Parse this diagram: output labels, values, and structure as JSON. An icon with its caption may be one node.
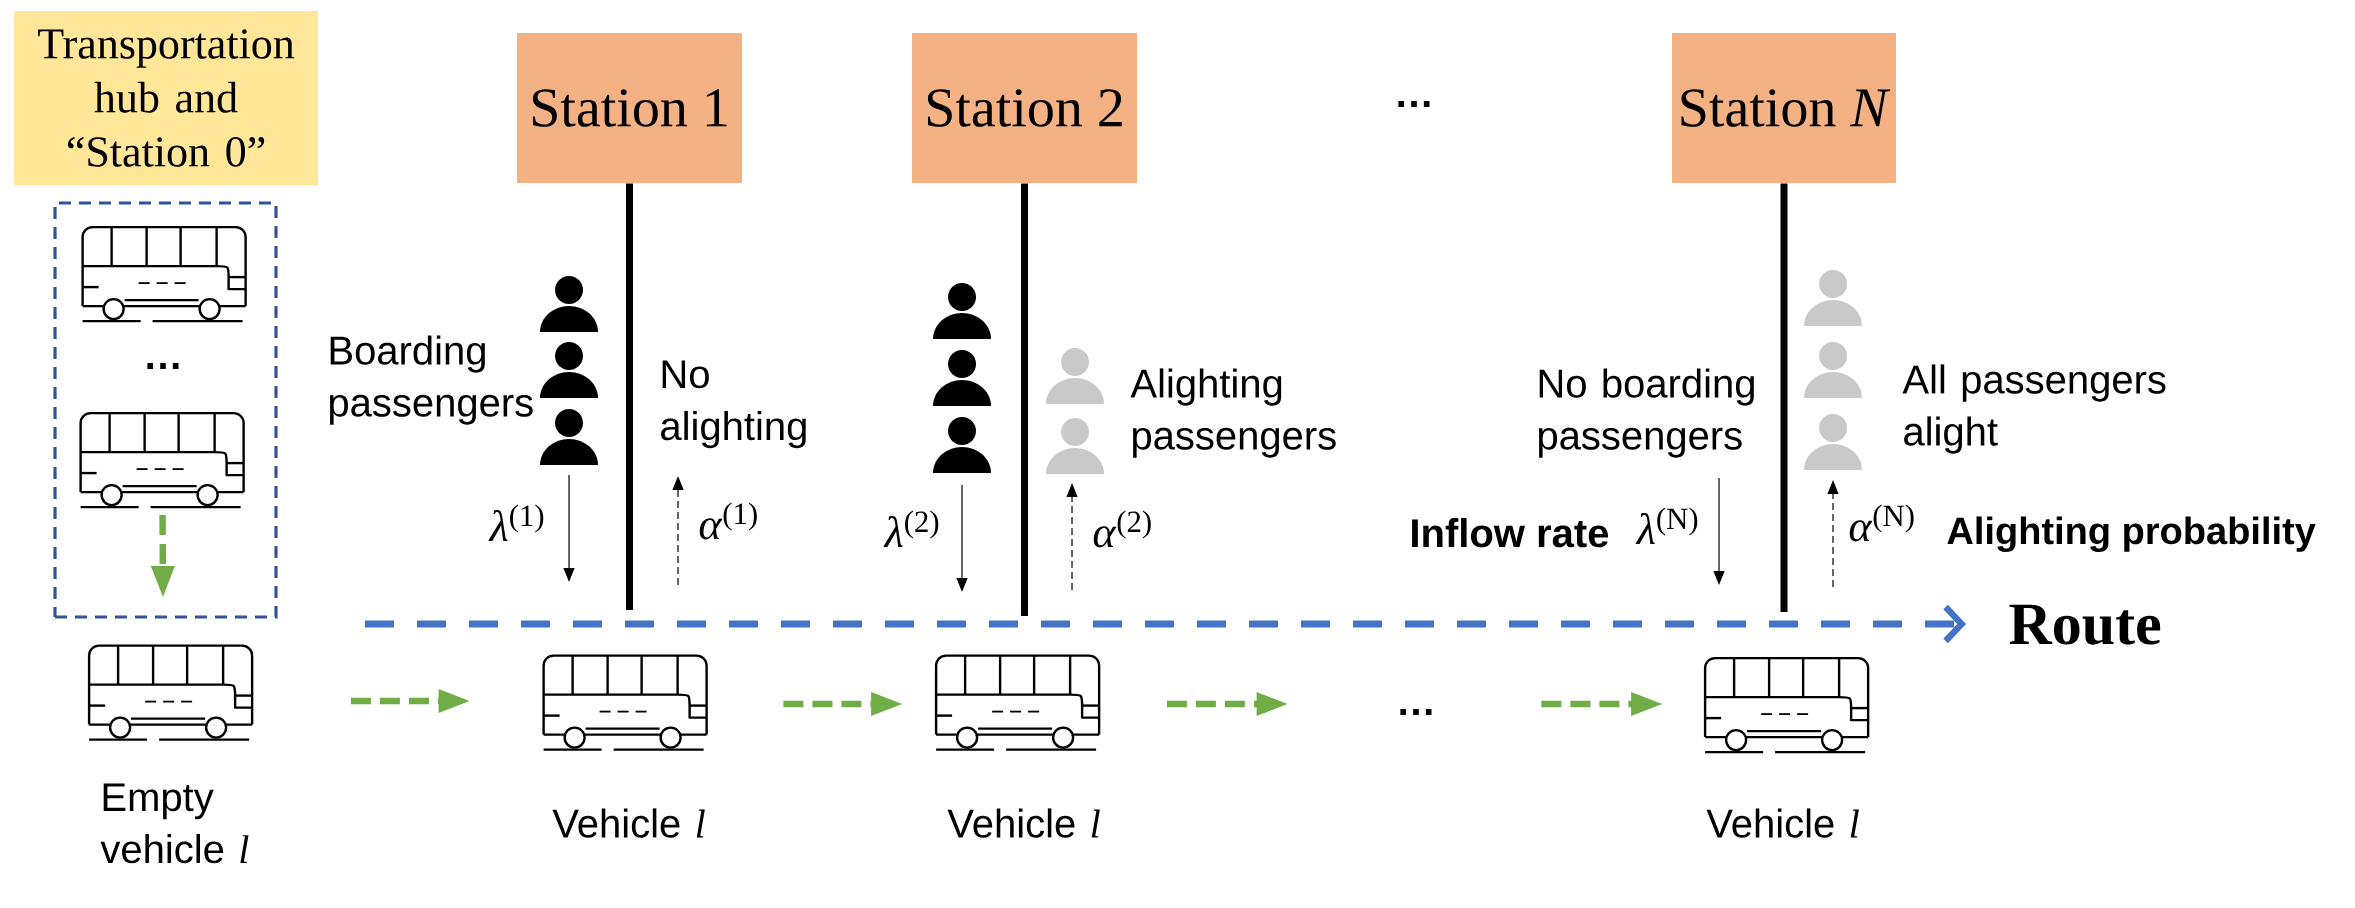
{
  "diagram": {
    "nodes": [
      {
        "text": [
          "Transportation hub and “Station 0”"
        ]
      },
      {
        "text": [
          "…"
        ]
      },
      {
        "text": [],
        "shape": "picture",
        "in": 1
      },
      {
        "text": [],
        "shape": "picture",
        "in": 1
      },
      {
        "text": [],
        "shape": "picture",
        "beside": [
          "Empty vehicle *l*"
        ]
      },
      {
        "text": [
          "Station 1"
        ]
      },
      {
        "text": [
          "Station 2"
        ]
      },
      {
        "text": [
          "Station *N*"
        ]
      },
      {
        "text": [],
        "shape": "picture",
        "beside": [
          "Vehicle *l*"
        ]
      },
      {
        "text": [],
        "shape": "picture",
        "beside": [
          "Vehicle *l*"
        ]
      },
      {
        "text": [
          "…"
        ]
      },
      {
        "text": [],
        "shape": "picture",
        "beside": [
          "Vehicle *l*"
        ]
      },
      {
        "text": [
          "Route"
        ]
      }
    ],
    "edges": [
      {
        "from": 3,
        "to": null,
        "arrow": "to",
        "style": "dashed",
        "color": "#70ad47"
      },
      {
        "from": 4,
        "to": 8,
        "arrow": "to",
        "style": "dashed",
        "color": "#70ad47"
      },
      {
        "from": 8,
        "to": 9,
        "arrow": "to",
        "style": "dashed",
        "color": "#70ad47"
      },
      {
        "from": 9,
        "to": 10,
        "arrow": "to",
        "style": "dashed",
        "color": "#70ad47"
      },
      {
        "from": 10,
        "to": 11,
        "arrow": "to",
        "style": "dashed",
        "color": "#70ad47"
      },
      {
        "from": null,
        "to": 12,
        "arrow": "to",
        "style": "dashed",
        "color": "#4472c4"
      },
      {
        "from": 5,
        "to": null,
        "arrow": "none",
        "color": "#000000"
      },
      {
        "from": 6,
        "to": null,
        "arrow": "none",
        "color": "#000000"
      },
      {
        "from": 7,
        "to": null,
        "arrow": "none",
        "color": "#000000"
      }
    ],
    "labels": [
      "…",
      "Boarding passengers",
      "No alighting",
      "Alighting passengers",
      "No boarding passengers",
      "All passengers alight",
      "*λ*$^{(1)}$",
      "*α*$^{(1)}$",
      "*λ*$^{(2)}$",
      "*α*$^{(2)}$",
      "Inflow rate",
      "*λ*$^{(N)}$",
      "*α*$^{(N)}$",
      "Alighting probability"
    ]
  }
}
